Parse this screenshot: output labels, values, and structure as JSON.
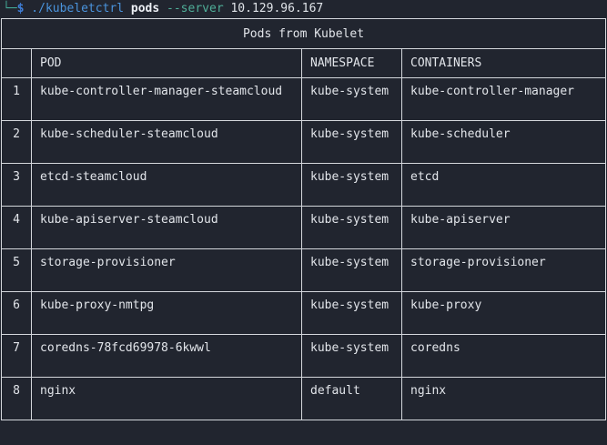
{
  "terminal": {
    "prompt_branch": "└─",
    "prompt_dollar": "$",
    "command": " ./kubeletctrl",
    "subcommand": " pods",
    "flag": " --server",
    "flag_value": " 10.129.96.167"
  },
  "colors": {
    "background": "#21252f",
    "border": "#d4d7dc",
    "text": "#e2e5ea",
    "prompt_branch": "#43a794",
    "prompt_dollar": "#3f7fd9",
    "command_blue": "#4a94dd",
    "flag_teal": "#4fae98"
  },
  "table": {
    "title": "Pods from Kubelet",
    "columns": {
      "index": "",
      "pod": "POD",
      "namespace": "NAMESPACE",
      "containers": "CONTAINERS"
    },
    "rows": [
      {
        "index": "1",
        "pod": "kube-controller-manager-steamcloud",
        "namespace": "kube-system",
        "containers": "kube-controller-manager"
      },
      {
        "index": "2",
        "pod": "kube-scheduler-steamcloud",
        "namespace": "kube-system",
        "containers": "kube-scheduler"
      },
      {
        "index": "3",
        "pod": "etcd-steamcloud",
        "namespace": "kube-system",
        "containers": "etcd"
      },
      {
        "index": "4",
        "pod": "kube-apiserver-steamcloud",
        "namespace": "kube-system",
        "containers": "kube-apiserver"
      },
      {
        "index": "5",
        "pod": "storage-provisioner",
        "namespace": "kube-system",
        "containers": "storage-provisioner"
      },
      {
        "index": "6",
        "pod": "kube-proxy-nmtpg",
        "namespace": "kube-system",
        "containers": "kube-proxy"
      },
      {
        "index": "7",
        "pod": "coredns-78fcd69978-6kwwl",
        "namespace": "kube-system",
        "containers": "coredns"
      },
      {
        "index": "8",
        "pod": "nginx",
        "namespace": "default",
        "containers": "nginx"
      }
    ]
  }
}
